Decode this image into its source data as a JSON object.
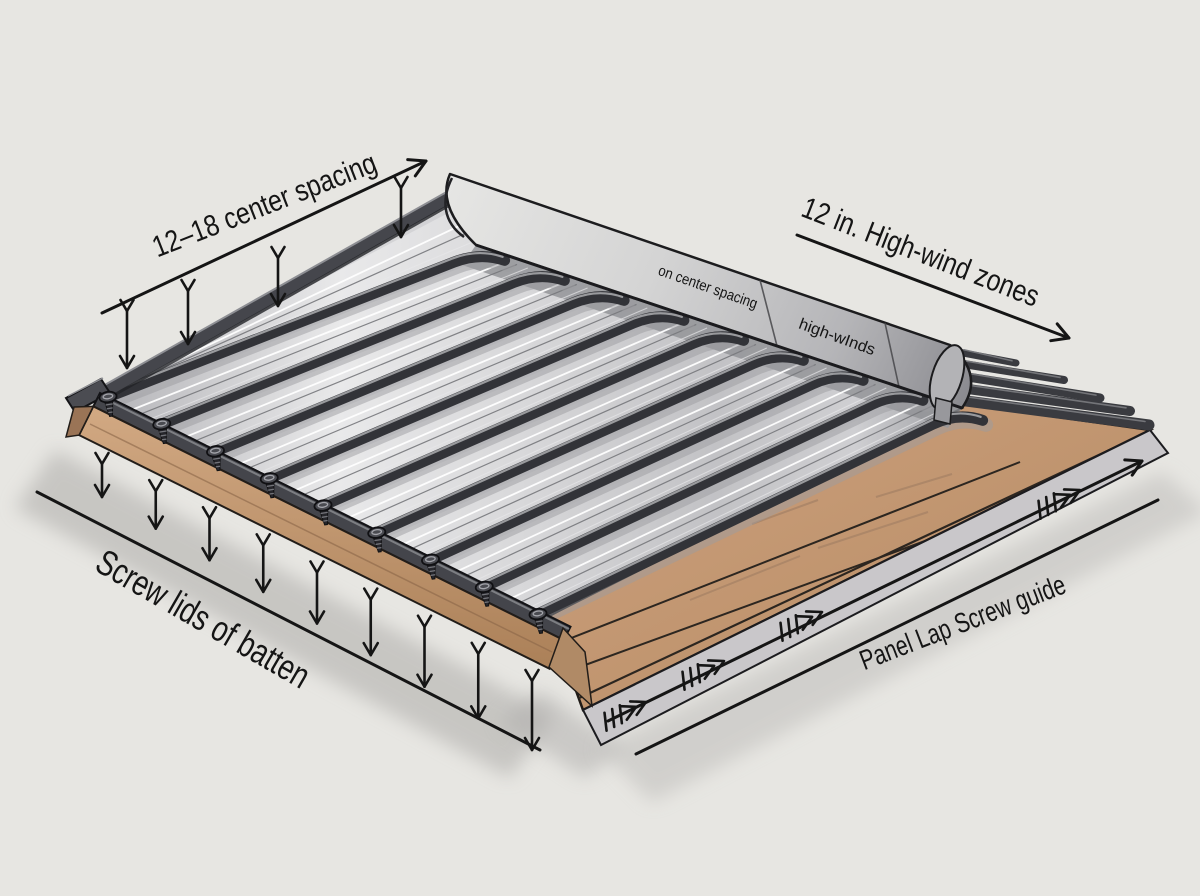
{
  "figure": {
    "type": "technical-illustration",
    "subject": "Standing-seam metal roof panel screw placement diagram"
  },
  "labels": {
    "rake_spacing": "12–18 center spacing",
    "high_wind": "12 in. High-wind zones",
    "ridge_note_1": "on center spacing",
    "ridge_note_2": "high-wInds",
    "eave_note": "Screw lids of batten",
    "panel_lap": "Panel Lap Screw guide"
  },
  "colors": {
    "background": "#e7e6e2",
    "outline": "#151515",
    "rib": "#323338",
    "rib_highlight": "#a4a5a9",
    "rib_shadow": "#9b9b9f",
    "panel_light": "#e9e9ea",
    "panel_dark": "#9fa0a4",
    "ridge_cap_light": "#e6e6e4",
    "ridge_cap_dark": "#8b8b90",
    "trim": "#44454b",
    "wood": "#c49a7a",
    "wood_line": "#2c2620",
    "deck_edge": "#c9c7ca",
    "shadow": "#b2b1ae"
  },
  "counts": {
    "ribs": 9,
    "eave_screws": 9,
    "eave_arrows": 9,
    "rake_arrows": 4,
    "lap_feather_arrows": 4,
    "ridge_battens": 5,
    "cap_joints": 2,
    "deck_plank_lines": 3
  }
}
